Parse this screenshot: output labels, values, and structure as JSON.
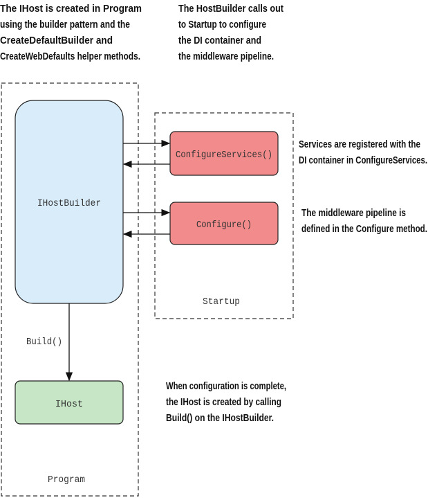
{
  "annotations": {
    "top_left": [
      "The IHost is created in Program",
      "using the builder pattern and the",
      "CreateDefaultBuilder and",
      "CreateWebDefaults helper methods."
    ],
    "top_right": [
      "The HostBuilder calls out",
      "to Startup to configure",
      "the DI container and",
      "the middleware pipeline."
    ],
    "services": [
      "Services are registered with the",
      "DI container in ConfigureServices."
    ],
    "middleware": [
      "The middleware pipeline is",
      "defined in the Configure method."
    ],
    "build": [
      "When configuration is complete,",
      "the IHost is created by calling",
      "Build() on the IHostBuilder."
    ]
  },
  "nodes": {
    "host_builder": "IHostBuilder",
    "configure_services": "ConfigureServices()",
    "configure": "Configure()",
    "host": "IHost"
  },
  "containers": {
    "program": "Program",
    "startup": "Startup"
  },
  "edges": {
    "build": "Build()"
  },
  "colors": {
    "host_builder": "#d8ecfa",
    "startup_methods": "#f28b8b",
    "host": "#c6e6c6"
  }
}
